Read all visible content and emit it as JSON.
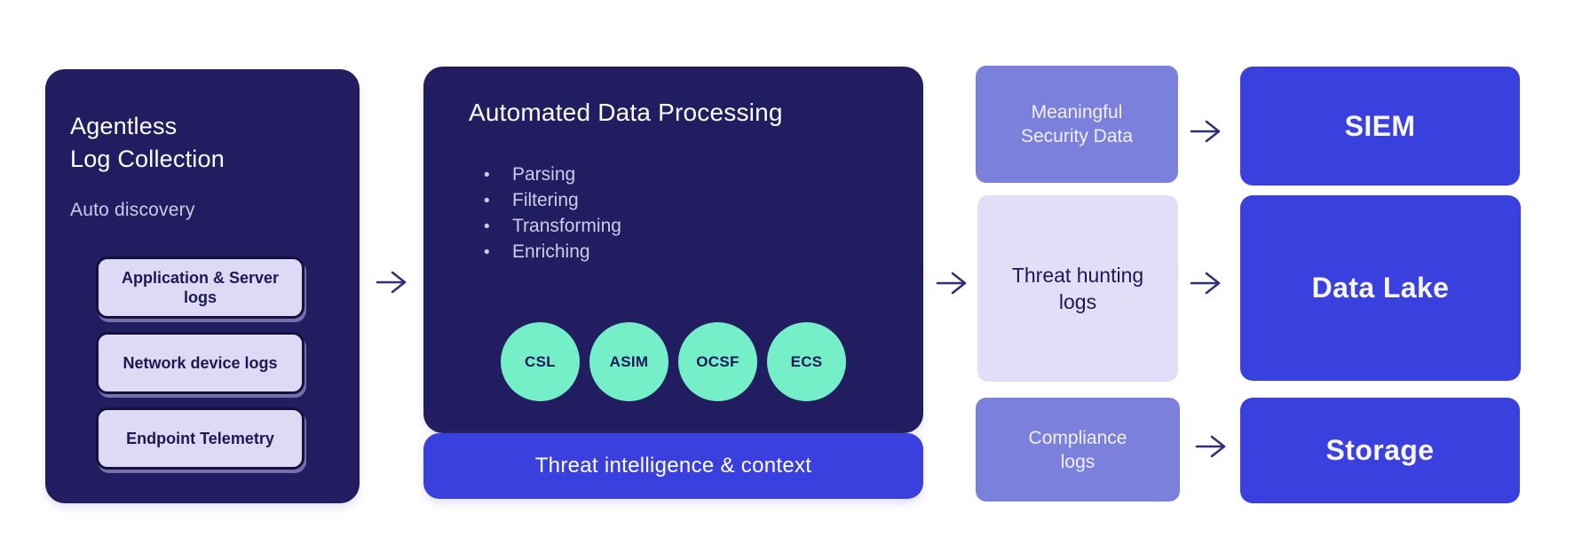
{
  "colors": {
    "navy": "#221d60",
    "blue": "#3a40de",
    "periwinkle": "#7b80dd",
    "lavender": "#e2def8",
    "chip-fill": "#ded9f5",
    "chip-border": "#14113f",
    "mint": "#74efc8",
    "arrow": "#312f78",
    "text-soft": "#cfc9ea",
    "ink": "#1c1857"
  },
  "icons": {
    "bullet": "•",
    "arrow_right": "→"
  },
  "collection": {
    "title": "Agentless\nLog Collection",
    "subtitle": "Auto discovery",
    "sources": [
      "Application & Server\nlogs",
      "Network device logs",
      "Endpoint Telemetry"
    ]
  },
  "processing": {
    "title": "Automated Data Processing",
    "steps": [
      "Parsing",
      "Filtering",
      "Transforming",
      "Enriching"
    ],
    "schemas": [
      "CSL",
      "ASIM",
      "OCSF",
      "ECS"
    ],
    "footer": "Threat intelligence & context"
  },
  "outputs": [
    {
      "label": "Meaningful\nSecurity Data",
      "destination": "SIEM"
    },
    {
      "label": "Threat hunting\nlogs",
      "destination": "Data Lake"
    },
    {
      "label": "Compliance\nlogs",
      "destination": "Storage"
    }
  ]
}
